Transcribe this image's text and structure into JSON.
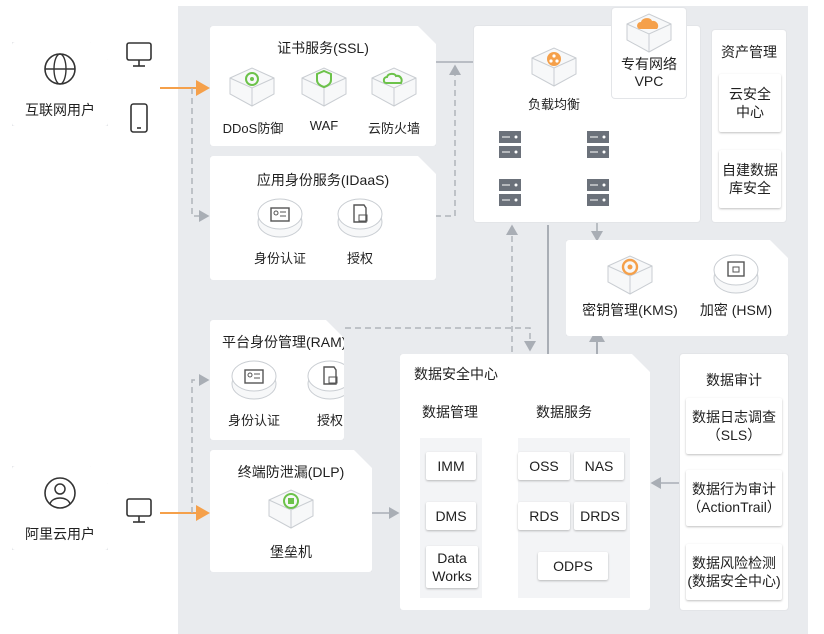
{
  "colors": {
    "accent": "#f5a04a",
    "line": "#a9aeb5",
    "dash": "#b0b4ba",
    "icon_orange": "#f5a04a",
    "icon_green": "#6cc24a",
    "panel_bg": "#e9ebee"
  },
  "users": {
    "internet_user": {
      "label": "互联网用户",
      "icon": "globe-icon"
    },
    "aliyun_user": {
      "label": "阿里云用户",
      "icon": "user-icon"
    }
  },
  "ssl": {
    "title": "证书服务(SSL)",
    "items": [
      {
        "label": "DDoS防御",
        "icon": "gear-icon"
      },
      {
        "label": "WAF",
        "icon": "shield-icon"
      },
      {
        "label": "云防火墙",
        "icon": "cloud-icon"
      }
    ]
  },
  "idaas": {
    "title": "应用身份服务(IDaaS)",
    "items": [
      {
        "label": "身份认证",
        "icon": "id-card-icon"
      },
      {
        "label": "授权",
        "icon": "stamp-icon"
      }
    ]
  },
  "lb": {
    "label": "负载均衡",
    "icon": "load-balancer-icon",
    "vpc": "专有网络\nVPC"
  },
  "assets": {
    "title": "资产管理",
    "items": [
      "云安全\n中心",
      "自建数据\n库安全"
    ]
  },
  "keys": {
    "items": [
      {
        "label": "密钥管理(KMS)",
        "icon": "key-icon"
      },
      {
        "label": "加密 (HSM)",
        "icon": "lock-icon"
      }
    ]
  },
  "ram": {
    "title": "平台身份管理(RAM)",
    "items": [
      {
        "label": "身份认证",
        "icon": "id-card-icon"
      },
      {
        "label": "授权",
        "icon": "stamp-icon"
      }
    ]
  },
  "dlp": {
    "title": "终端防泄漏(DLP)",
    "items": [
      {
        "label": "堡垒机",
        "icon": "fortress-icon"
      }
    ]
  },
  "dsc": {
    "title": "数据安全中心",
    "mgmt_title": "数据管理",
    "svc_title": "数据服务",
    "mgmt": [
      "IMM",
      "DMS",
      "Data\nWorks"
    ],
    "svc": [
      "OSS",
      "NAS",
      "RDS",
      "DRDS",
      "ODPS"
    ]
  },
  "audit": {
    "title": "数据审计",
    "items": [
      "数据日志调查\n（SLS）",
      "数据行为审计\n（ActionTrail）",
      "数据风险检测\n(数据安全中心)"
    ]
  }
}
